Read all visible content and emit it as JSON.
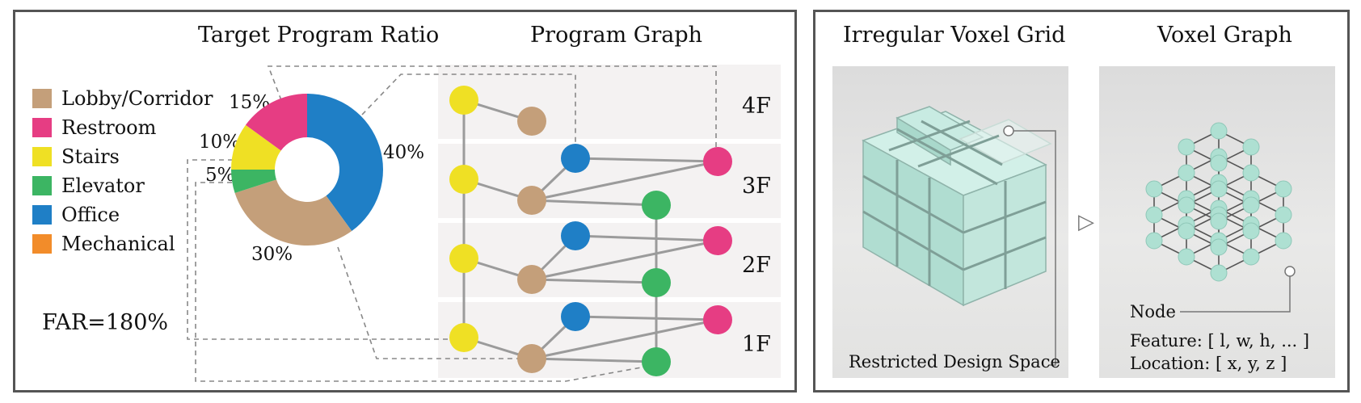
{
  "left": {
    "ratio_title": "Target Program Ratio",
    "graph_title": "Program Graph",
    "legend": [
      {
        "label": "Lobby/Corridor",
        "color": "#c49f7a"
      },
      {
        "label": "Restroom",
        "color": "#e63d83"
      },
      {
        "label": "Stairs",
        "color": "#efe024"
      },
      {
        "label": "Elevator",
        "color": "#3cb563"
      },
      {
        "label": "Office",
        "color": "#1f7fc6"
      },
      {
        "label": "Mechanical",
        "color": "#f28c2a"
      }
    ],
    "far": "FAR=180%",
    "donut": {
      "slices": [
        {
          "name": "Office",
          "value": 40,
          "label": "40%",
          "color": "#1f7fc6"
        },
        {
          "name": "Lobby/Corridor",
          "value": 30,
          "label": "30%",
          "color": "#c49f7a"
        },
        {
          "name": "Elevator",
          "value": 5,
          "label": "5%",
          "color": "#3cb563"
        },
        {
          "name": "Stairs",
          "value": 10,
          "label": "10%",
          "color": "#efe024"
        },
        {
          "name": "Restroom",
          "value": 15,
          "label": "15%",
          "color": "#e63d83"
        }
      ]
    },
    "floors": [
      "4F",
      "3F",
      "2F",
      "1F"
    ]
  },
  "right": {
    "grid_title": "Irregular Voxel Grid",
    "graph_title": "Voxel Graph",
    "restricted_label": "Restricted Design Space",
    "node_label": "Node",
    "feature_label": "Feature: [ l, w, h, ... ]",
    "location_label": "Location: [ x, y, z ]",
    "arrow_glyph": "▷"
  },
  "colors": {
    "voxel": "#b9e3d8",
    "node": "#aee0d2",
    "edge": "#9a9a9a"
  }
}
